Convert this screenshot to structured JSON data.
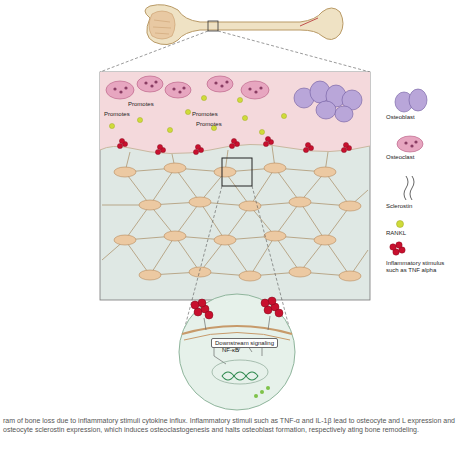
{
  "diagram": {
    "caption": "ram of bone loss due to inflammatory stimuli cytokine influx. Inflammatory stimuli such as TNF-α and IL-1β lead to osteocyte and L expression and osteocyte sclerostin expression, which induces osteoclastogenesis and halts osteoblast formation, respectively ating bone remodeling.",
    "nodes": [
      {
        "text": [
          "Downstream signaling"
        ]
      }
    ],
    "labels": [
      "Promotes",
      "Promotes",
      "Promotes",
      "Promotes",
      "NF-κB"
    ],
    "legend": [
      {
        "text": "Osteoblast"
      },
      {
        "text": "Osteoclast"
      },
      {
        "text": "Sclerostin"
      },
      {
        "text": "RANKL"
      },
      {
        "text": "Inflammatory stimulus such as TNF alpha"
      }
    ]
  }
}
